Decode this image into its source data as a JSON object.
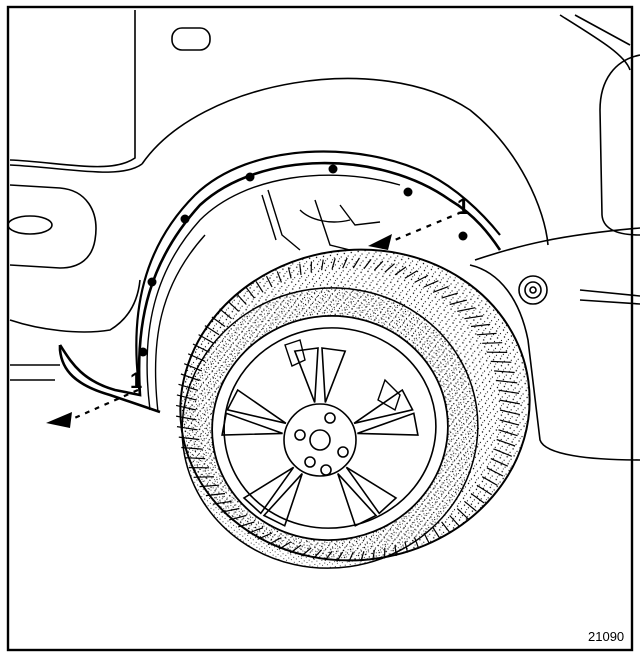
{
  "callouts": [
    {
      "label": "1"
    },
    {
      "label": "1"
    }
  ],
  "figure_number": "21090",
  "colors": {
    "line": "#000000",
    "paper": "#ffffff"
  },
  "icons": {
    "arrow": "dashed-arrow-icon",
    "fastener": "clip-icon"
  }
}
